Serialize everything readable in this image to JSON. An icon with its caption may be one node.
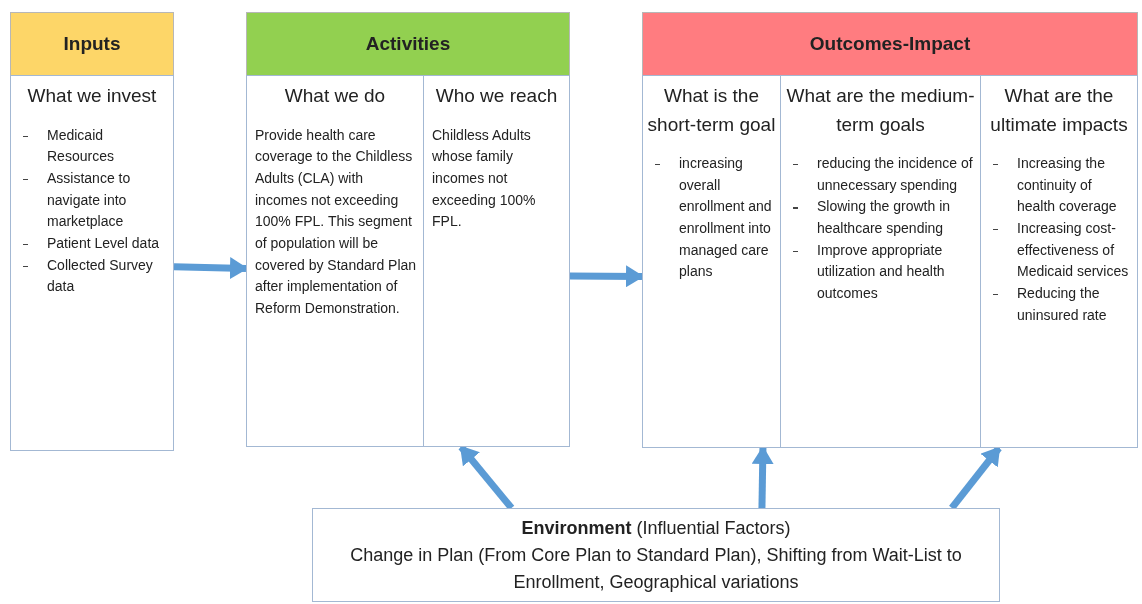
{
  "diagram": {
    "nodes": [
      {
        "text": [
          "Inputs"
        ]
      },
      {
        "text": [
          "What we invest",
          "Medicaid Resources",
          "Assistance to navigate into marketplace",
          "Patient Level data",
          "Collected Survey data"
        ]
      },
      {
        "text": [
          "Activities"
        ]
      },
      {
        "text": [
          "What we do",
          "Provide health care coverage to the Childless Adults (CLA) with incomes not exceeding 100% FPL. This segment of population will be covered by Standard Plan after implementation of Reform Demonstration."
        ]
      },
      {
        "text": [
          "Who we reach",
          "Childless Adults whose family incomes not exceeding 100% FPL."
        ]
      },
      {
        "text": [
          "Outcomes-Impact"
        ]
      },
      {
        "text": [
          "What is the short-term goal",
          "increasing overall enrollment and enrollment into managed care plans"
        ]
      },
      {
        "text": [
          "What are the medium-term goals",
          "reducing the incidence of unnecessary spending",
          "Slowing the growth in healthcare spending",
          "Improve appropriate utilization and health outcomes"
        ]
      },
      {
        "text": [
          "What are the ultimate impacts",
          "Increasing the continuity of health coverage",
          "Increasing cost-effectiveness of Medicaid services",
          "Reducing the uninsured rate"
        ]
      },
      {
        "text": [
          "**Environment** (Influential Factors)",
          "Change in Plan (From Core Plan to Standard Plan), Shifting from Wait-List to Enrollment, Geographical variations"
        ]
      }
    ],
    "edges": [
      {
        "from": 1,
        "to": 3,
        "arrow": "to"
      },
      {
        "from": 4,
        "to": 6,
        "arrow": "to"
      },
      {
        "from": 9,
        "to": 4,
        "arrow": "to"
      },
      {
        "from": 9,
        "to": 6,
        "arrow": "to"
      },
      {
        "from": 9,
        "to": 8,
        "arrow": "to"
      }
    ]
  }
}
